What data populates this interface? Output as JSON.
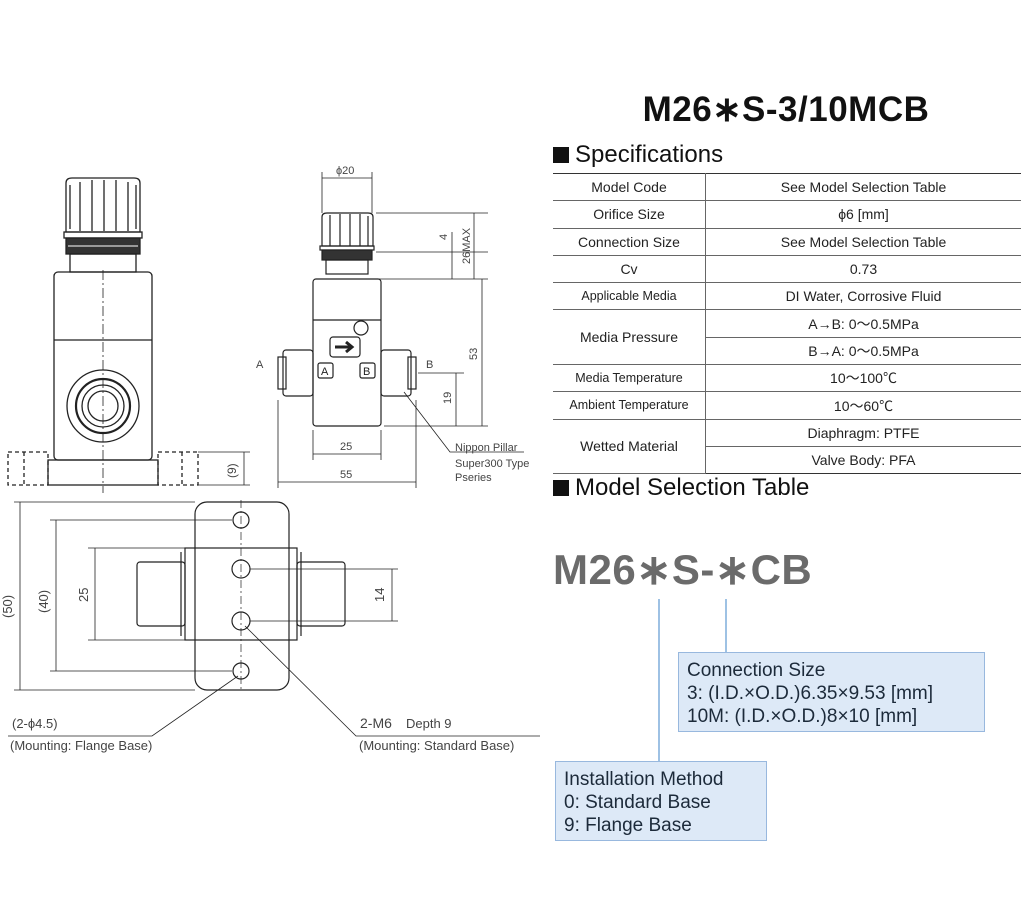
{
  "title": "M26∗S-3/10MCB",
  "sections": {
    "specifications": "Specifications",
    "model_selection": "Model Selection Table"
  },
  "spec_table": {
    "model_code": {
      "label": "Model Code",
      "value": "See Model Selection Table"
    },
    "orifice_size": {
      "label": "Orifice Size",
      "value": "ϕ6 [mm]"
    },
    "connection_size": {
      "label": "Connection Size",
      "value": "See Model Selection Table"
    },
    "cv": {
      "label": "Cv",
      "value": "0.73"
    },
    "applicable_media": {
      "label": "Applicable Media",
      "value": "DI Water, Corrosive Fluid"
    },
    "media_pressure": {
      "label": "Media Pressure",
      "value_1": "A→B: 0〜0.5MPa",
      "value_2": "B→A: 0〜0.5MPa"
    },
    "media_temperature": {
      "label": "Media Temperature",
      "value": "10〜100℃"
    },
    "ambient_temperature": {
      "label": "Ambient Temperature",
      "value": "10〜60℃"
    },
    "wetted_material": {
      "label": "Wetted Material",
      "value_1": "Diaphragm: PTFE",
      "value_2": "Valve Body: PFA"
    }
  },
  "model_code": "M26∗S-∗CB",
  "connection_box": {
    "title": "Connection Size",
    "line1": "3: (I.D.×O.D.)6.35×9.53 [mm]",
    "line2": "10M: (I.D.×O.D.)8×10 [mm]"
  },
  "installation_box": {
    "title": "Installation Method",
    "line1": "0: Standard Base",
    "line2": "9: Flange Base"
  },
  "drawing": {
    "dim_phi20": "ϕ20",
    "dim_4": "4",
    "dim_26max": "26MAX",
    "dim_53": "53",
    "dim_19": "19",
    "dim_25_side": "25",
    "dim_55": "55",
    "dim_9": "(9)",
    "port_a": "A",
    "port_b": "B",
    "port_a_box": "A",
    "port_b_box": "B",
    "note_1": "Nippon Pillar",
    "note_2": "Super300 Type",
    "note_3": "Pseries",
    "dim_50": "(50)",
    "dim_40": "(40)",
    "dim_25_bottom": "25",
    "dim_14": "14",
    "flange_hole": "(2-ϕ4.5)",
    "flange_note": "(Mounting: Flange Base)",
    "tap_label": "2-M6",
    "tap_depth": "Depth 9",
    "tap_note": "(Mounting: Standard Base)"
  }
}
